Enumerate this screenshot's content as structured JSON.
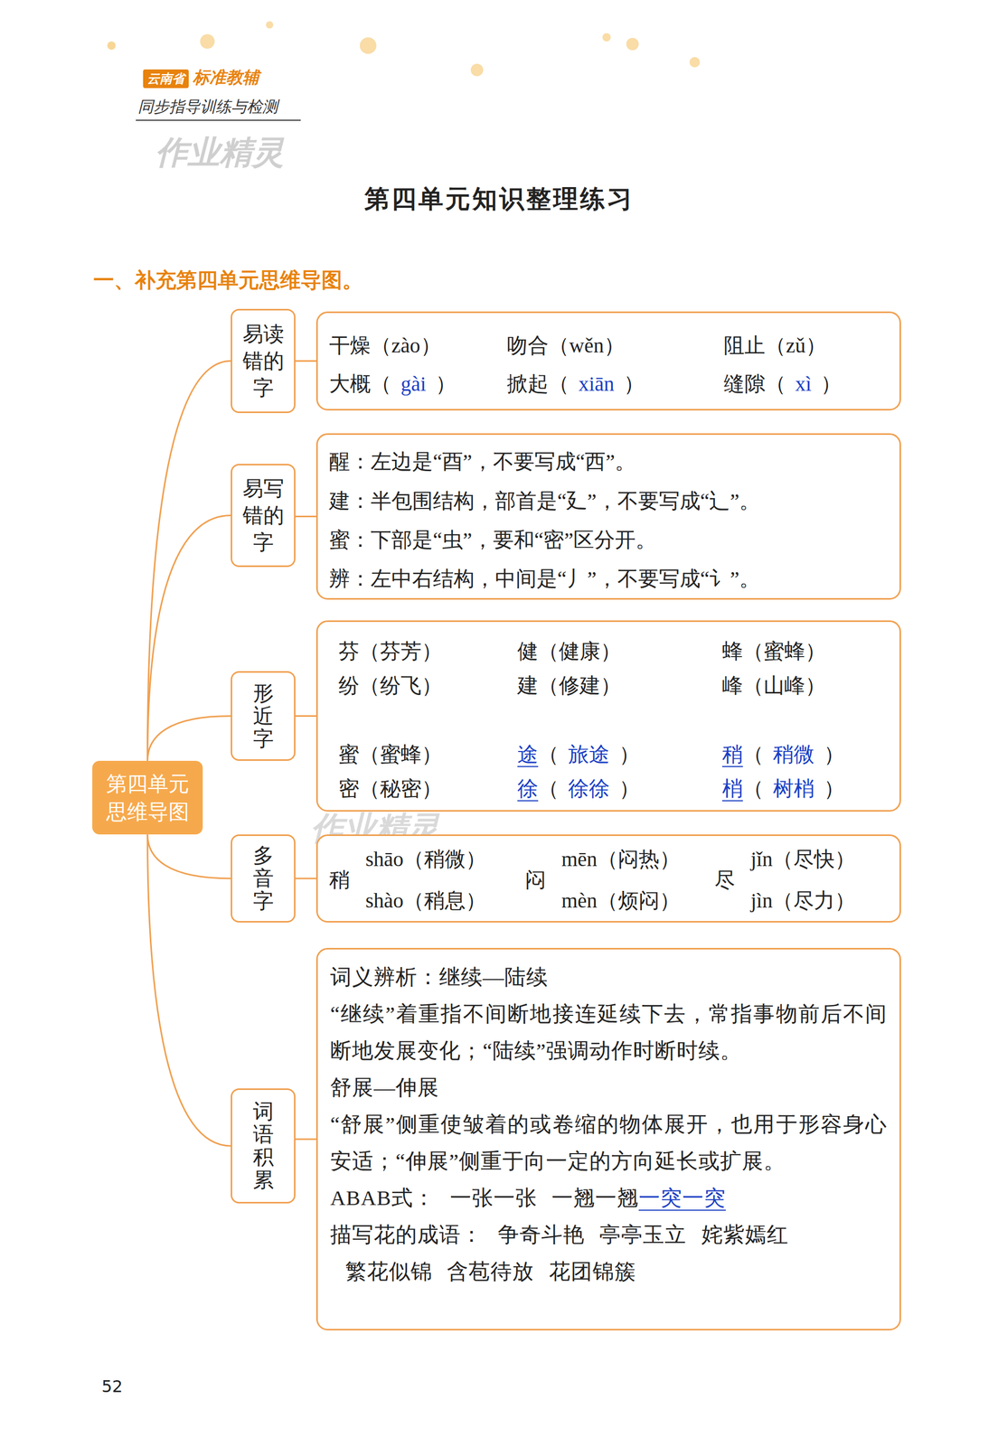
{
  "diagram": {
    "title": "第四单元知识整理练习",
    "nodes": [
      {
        "text": [
          "第四单元 思维导图"
        ]
      },
      {
        "text": [
          "易读错的字"
        ]
      },
      {
        "text": [
          "干燥（zào）",
          "吻合（wěn）",
          "阻止（zǔ）",
          "大概",
          "（",
          "gài",
          "）",
          "掀起",
          "（",
          "xiān",
          "）",
          "缝隙",
          "（",
          "xì",
          "）"
        ]
      },
      {
        "text": [
          "易写错的字"
        ]
      },
      {
        "text": [
          "醒：左边是“酉”，不要写成“西”。",
          "建：半包围结构，部首是“廴”，不要写成“辶”。",
          "蜜：下部是“虫”，要和“密”区分开。",
          "辨：左中右结构，中间是“丿”，不要写成“讠”。"
        ]
      },
      {
        "text": [
          "形近字"
        ]
      },
      {
        "text": [
          "芬（芬芳）",
          "纷（纷飞）",
          "健（健康）",
          "建（修建）",
          "蜂（蜜蜂）",
          "峰（山峰）",
          "蜜（蜜蜂）",
          "密（秘密）",
          "途",
          "（",
          "旅途",
          "）",
          "徐",
          "（",
          "徐徐",
          "）",
          "稍",
          "（",
          "稍微",
          "）",
          "梢",
          "（",
          "树梢",
          "）"
        ]
      },
      {
        "text": [
          "多音字"
        ]
      },
      {
        "text": [
          "稍",
          "shāo（稍微）",
          "shào（稍息）",
          "闷",
          "mēn（闷热）",
          "mèn（烦闷）",
          "尽",
          "jǐn（尽快）",
          "jìn（尽力）"
        ]
      },
      {
        "text": [
          "词语积累"
        ]
      },
      {
        "text": [
          "词义辨析：继续—陆续",
          "“继续”着重指不间断地接连延续下去，常指事物前后不间断地发展变化；“陆续”强调动作时断时续。",
          "舒展—伸展",
          "“舒展”侧重使皱着的或卷缩的物体展开，也用于形容身心安适；“伸展”侧重于向一定的方向延长或扩展。",
          "ABAB式：",
          "一张一张",
          "一翘一翘",
          "一突一突",
          "描写花的成语：",
          "争奇斗艳",
          "亭亭玉立",
          "姹紫嫣红",
          "繁花似锦",
          "含苞待放",
          "花团锦簇"
        ]
      }
    ],
    "edges": [
      {
        "from": 0,
        "to": 1,
        "arrow": "none"
      },
      {
        "from": 0,
        "to": 3,
        "arrow": "none"
      },
      {
        "from": 0,
        "to": 5,
        "arrow": "none"
      },
      {
        "from": 0,
        "to": 7,
        "arrow": "none"
      },
      {
        "from": 0,
        "to": 9,
        "arrow": "none"
      },
      {
        "from": 1,
        "to": 2,
        "arrow": "none"
      },
      {
        "from": 3,
        "to": 4,
        "arrow": "none"
      },
      {
        "from": 5,
        "to": 6,
        "arrow": "none"
      },
      {
        "from": 7,
        "to": 8,
        "arrow": "none"
      },
      {
        "from": 9,
        "to": 10,
        "arrow": "none"
      }
    ],
    "labels": [
      "一、补充第四单元思维导图。",
      "云南省",
      "标准教辅",
      "同步指导训练与检测",
      "作业精灵",
      "作业精灵",
      "52"
    ]
  }
}
